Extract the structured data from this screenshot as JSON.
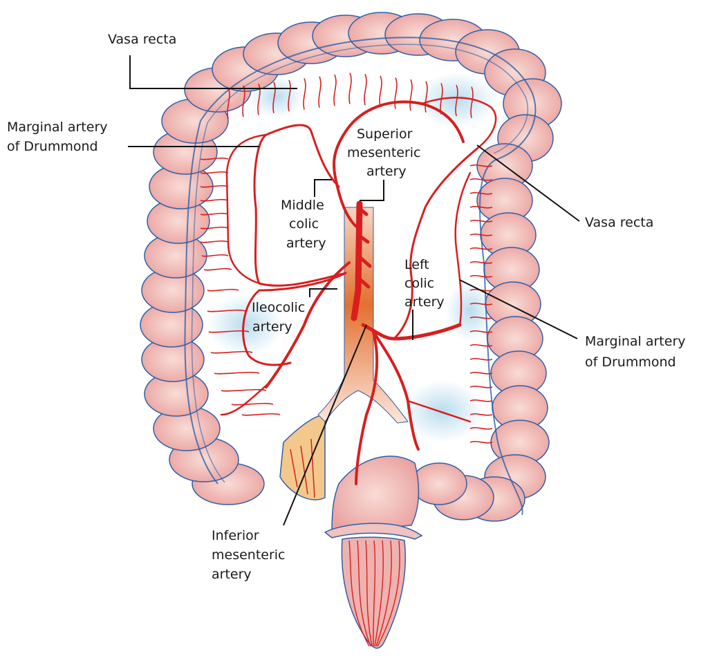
{
  "labels": {
    "vasa_recta_top": "Vasa recta",
    "marginal_left_1": "Marginal artery",
    "marginal_left_2": "of Drummond",
    "superior_1": "Superior",
    "superior_2": "mesenteric",
    "superior_3": "artery",
    "middle_1": "Middle",
    "middle_2": "colic",
    "middle_3": "artery",
    "ileocolic_1": "Ileocolic",
    "ileocolic_2": "artery",
    "left_colic_1": "Left",
    "left_colic_2": "colic",
    "left_colic_3": "artery",
    "vasa_recta_right": "Vasa recta",
    "marginal_right_1": "Marginal artery",
    "marginal_right_2": "of Drummond",
    "inferior_1": "Inferior",
    "inferior_2": "mesenteric",
    "inferior_3": "artery"
  },
  "colors": {
    "colon_fill": "#eeb3b0",
    "colon_fill_light": "#f6d8d2",
    "colon_outline": "#2d5fa8",
    "artery": "#d81e1e",
    "aorta_top": "#f3c7b4",
    "aorta_mid": "#e36f32",
    "mesentery_tint": "#d8ebf5",
    "leader": "#111111"
  }
}
